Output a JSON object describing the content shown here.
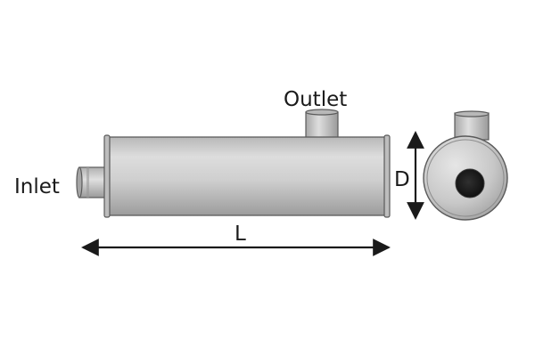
{
  "diagram": {
    "labels": {
      "outlet": "Outlet",
      "inlet": "Inlet",
      "diameter": "D",
      "length": "L"
    },
    "colors": {
      "body_light": "#dcdcdc",
      "body_mid": "#c4c4c4",
      "body_dark": "#9a9a9a",
      "outline": "#5a5a5a",
      "arrow": "#1a1a1a",
      "pipe_hole": "#1c1c1c"
    }
  }
}
